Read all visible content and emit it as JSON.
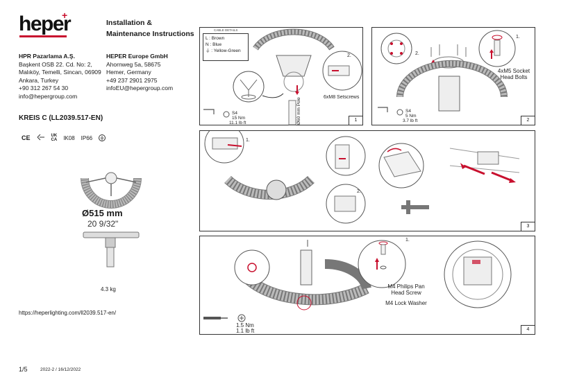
{
  "brand": {
    "logo_text": "heper",
    "accent": "#c8102e"
  },
  "document": {
    "title": "Installation & Maintenance Instructions",
    "model": "KREIS C (LL2039.517-EN)",
    "weight": "4.3 kg",
    "url": "https://heperlighting.com/ll2039.517-en/",
    "page": "1/5",
    "revision": "2022-2 / 16/12/2022"
  },
  "addresses": {
    "tr": {
      "name": "HPR Pazarlama A.Ş.",
      "lines": [
        "Başkent OSB 22. Cd. No: 2,",
        "Malıköy, Temelli, Sincan, 06909",
        "Ankara, Turkey",
        "+90 312 267 54 30",
        "info@hepergroup.com"
      ]
    },
    "eu": {
      "name": "HEPER Europe GmbH",
      "lines": [
        "Ahornweg 5a, 58675",
        "Hemer, Germany",
        "+49 237 2901 2975",
        "infoEU@hepergroup.com"
      ]
    }
  },
  "certifications": {
    "ce": "CE",
    "ukca_top": "UK",
    "ukca_bottom": "CA",
    "ik": "IK08",
    "ip": "IP66"
  },
  "product": {
    "diameter_mm": "Ø515 mm",
    "diameter_in": "20 9/32\""
  },
  "panels": {
    "p1": {
      "number": "1",
      "cable_title": "CABLE DETAILS",
      "cable_rows": [
        "L : Brown",
        "N : Blue",
        "⏚ : Yellow-Green"
      ],
      "step2": "2.",
      "setscrews": "6xM8 Setscrews",
      "tool": "S4",
      "torque_nm": "15 Nm",
      "torque_lb": "11.1 lb ft",
      "pole": "Ø60 mm Pole"
    },
    "p2": {
      "number": "2",
      "step1": "1.",
      "step2": "2.",
      "bolts": "4xM5 Socket Head Bolts",
      "tool": "S4",
      "torque_nm": "5 Nm",
      "torque_lb": "3.7 lb ft"
    },
    "p3": {
      "number": "3",
      "step1": "1.",
      "step2": "2."
    },
    "p4": {
      "number": "4",
      "step1": "1.",
      "screw": "M4 Philips Pan Head Screw",
      "washer": "M4 Lock Washer",
      "torque_nm": "1.5 Nm",
      "torque_lb": "1.1 lb ft"
    }
  }
}
